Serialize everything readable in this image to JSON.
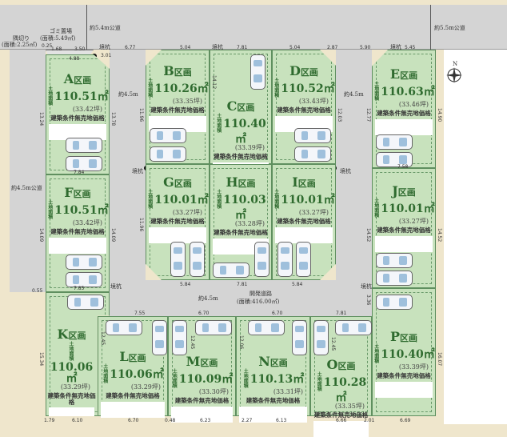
{
  "roads": {
    "north_public": "約5.4m公道",
    "northeast_public": "約5.5m公道",
    "west_public": "約4.5m公道",
    "inner_width": "約4.5m",
    "dev_road_title": "開発道路",
    "dev_road_area": "(面積:416.00㎡)",
    "garbage": "ゴミ置場",
    "garbage_area": "(面積:5.49㎡)",
    "corner_cut": "隅切り",
    "corner_cut_area": "(面積:2.25㎡)",
    "boundary_marker": "境杭"
  },
  "compass": "N",
  "ku": "区画",
  "area_label": "土地面積",
  "condition_label": "建築条件無売地価格",
  "lots": [
    {
      "id": "A",
      "area": "110.51㎡",
      "tsubo": "(33.42坪)"
    },
    {
      "id": "B",
      "area": "110.26㎡",
      "tsubo": "(33.35坪)"
    },
    {
      "id": "C",
      "area": "110.40㎡",
      "tsubo": "(33.39坪)"
    },
    {
      "id": "D",
      "area": "110.52㎡",
      "tsubo": "(33.43坪)"
    },
    {
      "id": "E",
      "area": "110.63㎡",
      "tsubo": "(33.46坪)"
    },
    {
      "id": "F",
      "area": "110.51㎡",
      "tsubo": "(33.42坪)"
    },
    {
      "id": "G",
      "area": "110.01㎡",
      "tsubo": "(33.27坪)"
    },
    {
      "id": "H",
      "area": "110.03㎡",
      "tsubo": "(33.28坪)"
    },
    {
      "id": "I",
      "area": "110.01㎡",
      "tsubo": "(33.27坪)"
    },
    {
      "id": "J",
      "area": "110.01㎡",
      "tsubo": "(33.27坪)"
    },
    {
      "id": "K",
      "area": "110.06㎡",
      "tsubo": "(33.29坪)"
    },
    {
      "id": "L",
      "area": "110.06㎡",
      "tsubo": "(33.29坪)"
    },
    {
      "id": "M",
      "area": "110.09㎡",
      "tsubo": "(33.30坪)"
    },
    {
      "id": "N",
      "area": "110.13㎡",
      "tsubo": "(33.31坪)"
    },
    {
      "id": "O",
      "area": "110.28㎡",
      "tsubo": "(33.35坪)"
    },
    {
      "id": "P",
      "area": "110.40㎡",
      "tsubo": "(33.39坪)"
    }
  ],
  "dims": [
    "0.25",
    "1.68",
    "3.50",
    "4.88",
    "6.77",
    "5.04",
    "7.81",
    "5.04",
    "2.87",
    "5.90",
    "5.45",
    "3.01",
    "13.24",
    "13.78",
    "11.96",
    "14.12",
    "12.03",
    "12.77",
    "14.90",
    "7.84",
    "14.09",
    "14.09",
    "11.96",
    "14.52",
    "14.52",
    "7.58",
    "5.84",
    "7.81",
    "5.84",
    "0.55",
    "7.85",
    "7.55",
    "6.70",
    "6.70",
    "7.81",
    "3.36",
    "15.34",
    "12.45",
    "12.45",
    "12.06",
    "12.45",
    "16.07",
    "1.79",
    "6.10",
    "6.70",
    "0.48",
    "6.23",
    "2.27",
    "6.13",
    "6.66",
    "2.01",
    "6.69"
  ]
}
